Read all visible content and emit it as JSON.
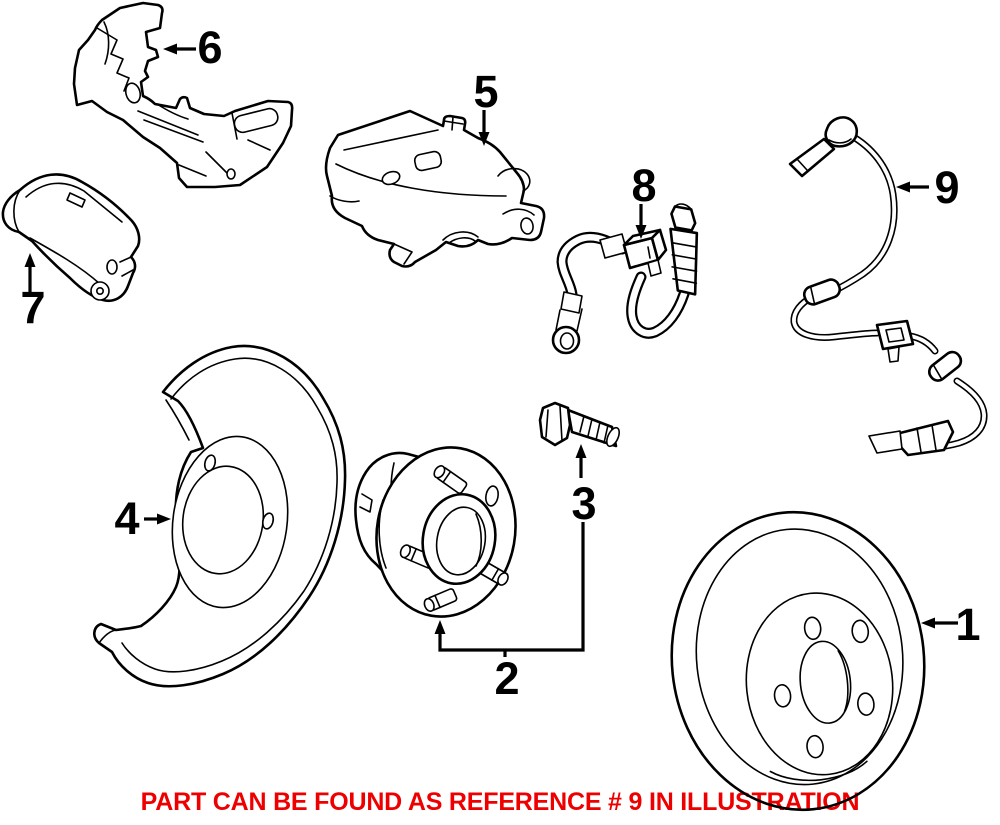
{
  "refs": {
    "r1": "1",
    "r2": "2",
    "r3": "3",
    "r4": "4",
    "r5": "5",
    "r6": "6",
    "r7": "7",
    "r8": "8",
    "r9": "9"
  },
  "caption": {
    "text": "PART CAN BE FOUND AS REFERENCE # 9 IN ILLUSTRATION"
  },
  "colors": {
    "background": "#ffffff",
    "line_art": "#000000",
    "caption_red": "#ee0000"
  }
}
